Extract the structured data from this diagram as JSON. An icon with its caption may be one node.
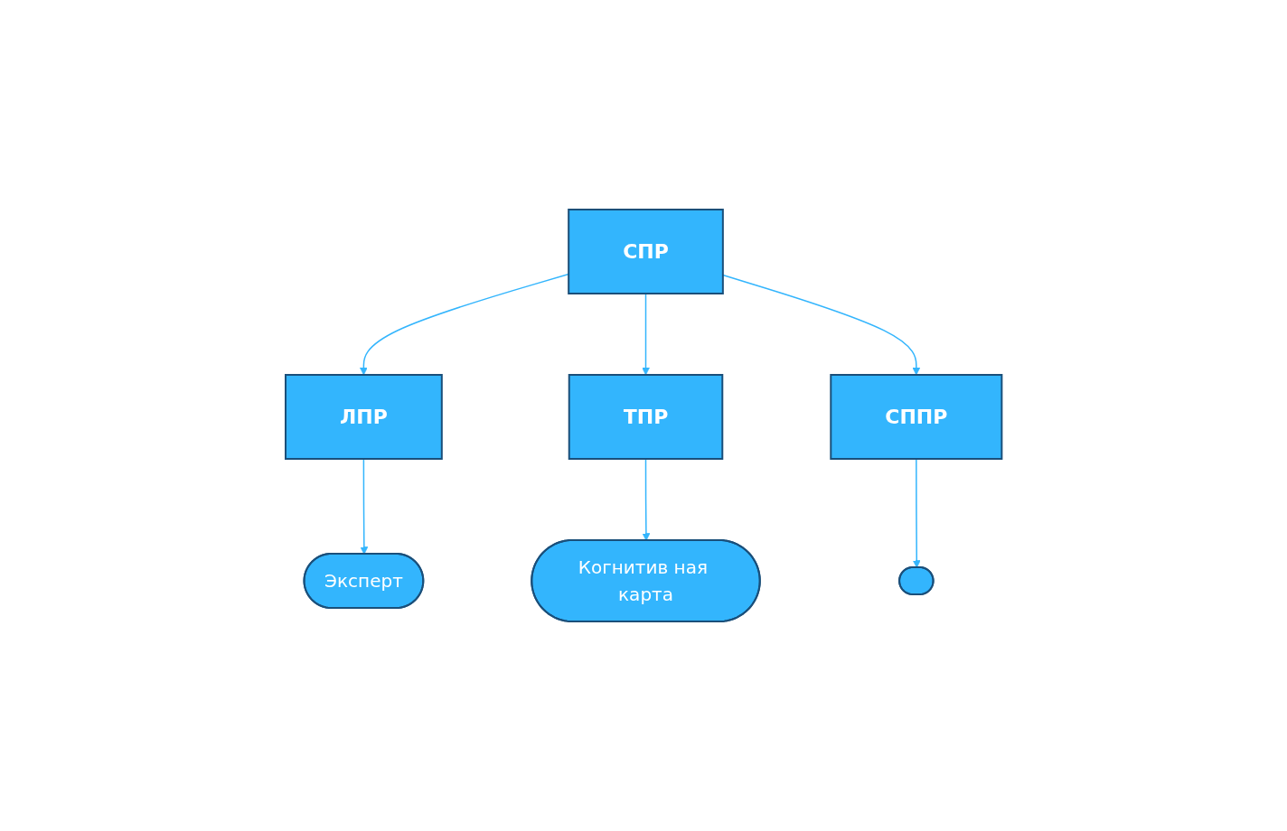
{
  "diagram": {
    "nodes": [
      {
        "text": [
          "СПР"
        ]
      },
      {
        "text": [
          "ЛПР"
        ]
      },
      {
        "text": [
          "ТПР"
        ]
      },
      {
        "text": [
          "СППР"
        ]
      },
      {
        "text": [
          "Эксперт"
        ]
      },
      {
        "text": [
          "Когнитив ная карта"
        ]
      },
      {
        "text": [],
        "shape": "ellipse"
      }
    ],
    "edges": [
      {
        "from": 0,
        "to": 1,
        "arrow": "to"
      },
      {
        "from": 0,
        "to": 2,
        "arrow": "to"
      },
      {
        "from": 0,
        "to": 3,
        "arrow": "to"
      },
      {
        "from": 1,
        "to": 4,
        "arrow": "to"
      },
      {
        "from": 2,
        "to": 5,
        "arrow": "to"
      },
      {
        "from": 3,
        "to": 6,
        "arrow": "to"
      }
    ]
  }
}
